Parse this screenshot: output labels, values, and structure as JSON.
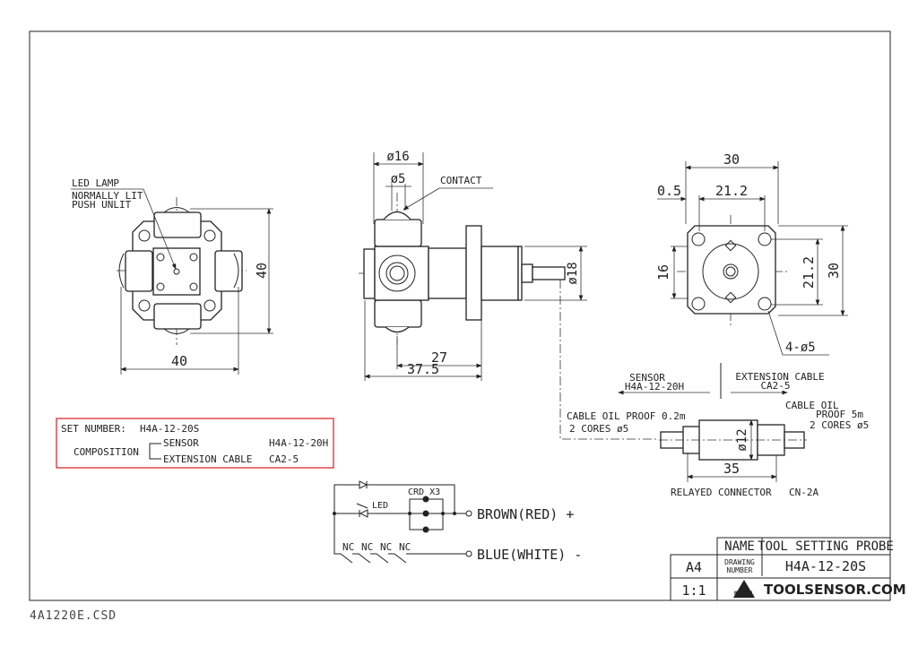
{
  "file_name": "4A1220E.CSD",
  "front_view": {
    "led_lamp": "LED LAMP",
    "normally_lit": "NORMALLY LIT",
    "push_unlit": "PUSH UNLIT",
    "dim_height": "40",
    "dim_width": "40"
  },
  "side_view": {
    "dim_dia16": "ø16",
    "dim_dia5": "ø5",
    "contact": "CONTACT",
    "dim_dia18": "ø18",
    "dim_27": "27",
    "dim_37_5": "37.5"
  },
  "rear_view": {
    "dim_30_top": "30",
    "dim_0_5": "0.5",
    "dim_21_2_top": "21.2",
    "dim_16": "16",
    "dim_21_2_side": "21.2",
    "dim_30_side": "30",
    "holes": "4-ø5"
  },
  "connector": {
    "sensor": "SENSOR",
    "sensor_model": "H4A-12-20H",
    "extension": "EXTENSION CABLE",
    "extension_model": "CA2-5",
    "cable_left_1": "CABLE OIL PROOF 0.2m",
    "cable_left_2": "2 CORES ø5",
    "cable_right_1": "CABLE OIL",
    "cable_right_2": "PROOF 5m",
    "cable_right_3": "2 CORES ø5",
    "dim_dia12": "ø12",
    "dim_35": "35",
    "relayed": "RELAYED CONNECTOR",
    "relayed_model": "CN-2A"
  },
  "set_box": {
    "set_number_label": "SET NUMBER:",
    "set_number": "H4A-12-20S",
    "composition": "COMPOSITION",
    "sensor": "SENSOR",
    "sensor_model": "H4A-12-20H",
    "extension": "EXTENSION CABLE",
    "extension_model": "CA2-5",
    "border_color": "#e0282e"
  },
  "wiring": {
    "crd": "CRD X3",
    "led": "LED",
    "nc": "NC",
    "brown": "BROWN(RED) +",
    "blue": "BLUE(WHITE) -"
  },
  "title_block": {
    "name_label": "NAME",
    "name_value": "TOOL SETTING PROBE",
    "drawing_label_1": "DRAWING",
    "drawing_label_2": "NUMBER",
    "drawing_number": "H4A-12-20S",
    "paper": "A4",
    "scale": "1:1",
    "logo": "METROL",
    "brand": "TOOLSENSOR.COM"
  }
}
